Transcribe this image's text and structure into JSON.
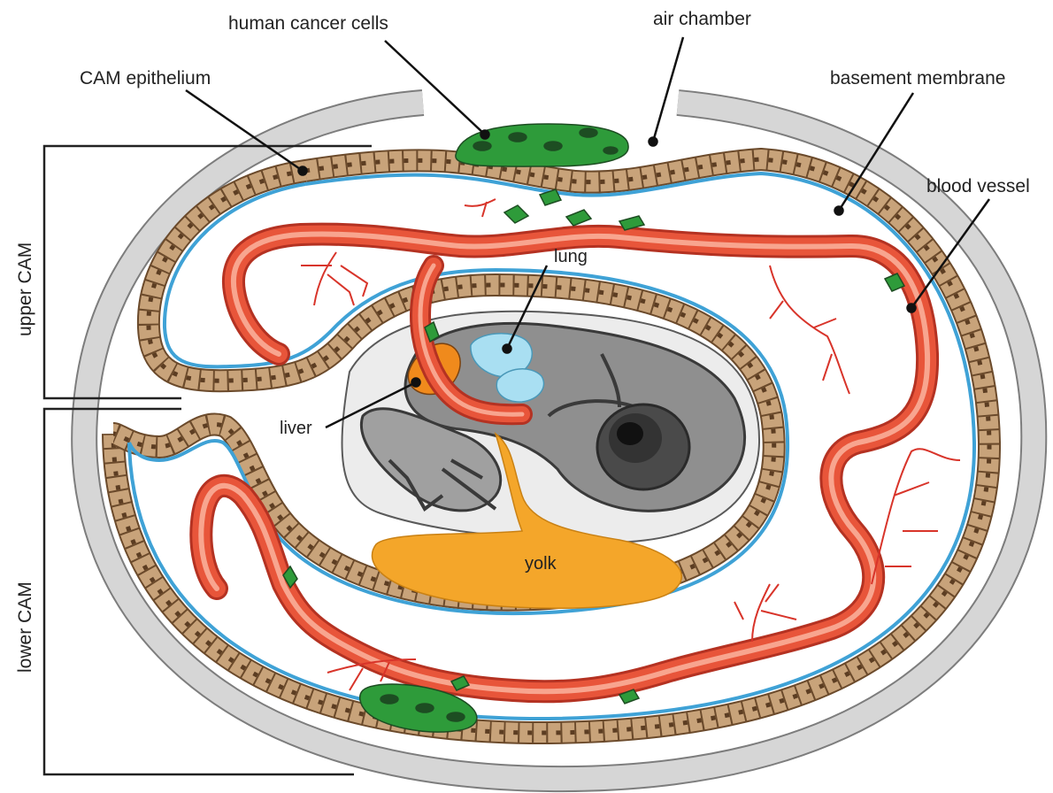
{
  "labels": {
    "human_cancer_cells": "human cancer cells",
    "air_chamber": "air chamber",
    "cam_epithelium": "CAM epithelium",
    "basement_membrane": "basement membrane",
    "blood_vessel": "blood vessel",
    "lung": "lung",
    "liver": "liver",
    "yolk": "yolk",
    "upper_cam": "upper CAM",
    "lower_cam": "lower CAM"
  },
  "colors": {
    "shell": "#d4d4d4",
    "shell_stroke": "#7a7a7a",
    "epithelium_cell": "#c8a37a",
    "epithelium_nucleus": "#6b4a2b",
    "basement_membrane": "#3fa2d6",
    "blood_vessel": "#e8553a",
    "blood_vessel_light": "#f8a58f",
    "capillary": "#d8342a",
    "cancer_cell": "#2e9b3a",
    "cancer_cell_dark": "#1d4d22",
    "embryo": "#8c8c8c",
    "embryo_light": "#bdbdbd",
    "amnion": "#e6e6e6",
    "yolk": "#f4a62a",
    "liver": "#f08a1c",
    "lung": "#a9dff2"
  }
}
